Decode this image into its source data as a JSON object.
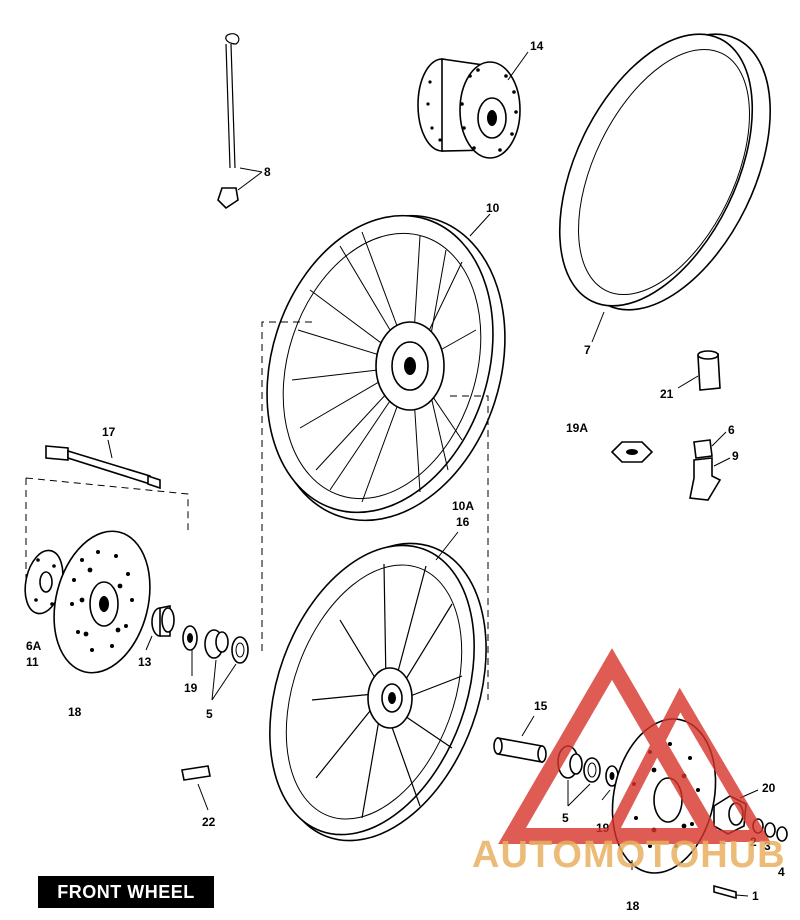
{
  "title": "FRONT WHEEL",
  "watermark": {
    "text": "AUTOMOTOHUB",
    "triangle_color": "#d8342b",
    "text_color": "#e8b060"
  },
  "labels": {
    "l8": "8",
    "l14": "14",
    "l10": "10",
    "l7": "7",
    "l21": "21",
    "l17": "17",
    "l19a": "19A",
    "l6": "6",
    "l9": "9",
    "l10a": "10A",
    "l16": "16",
    "l6a": "6A",
    "l11": "11",
    "l13": "13",
    "l19": "19",
    "l5": "5",
    "l18": "18",
    "l15": "15",
    "l22": "22",
    "l20": "20",
    "l5b": "5",
    "l19b": "19",
    "l2": "2",
    "l3": "3",
    "l4": "4",
    "l1": "1",
    "l18b": "18"
  }
}
